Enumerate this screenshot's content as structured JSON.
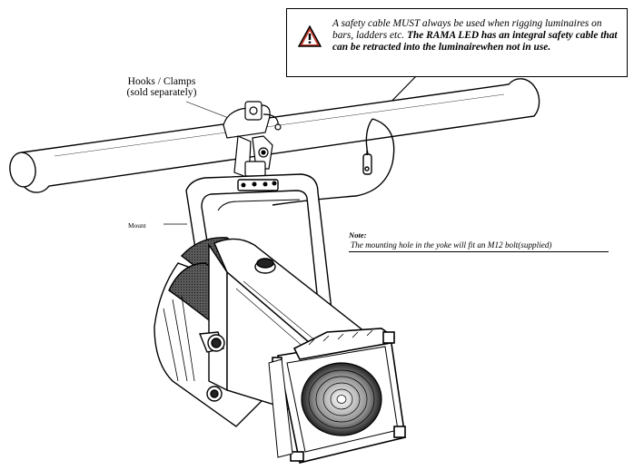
{
  "warning": {
    "text_prefix": "A safety cable MUST always be used when rigging  luminaires on bars, ladders etc. ",
    "text_bold": "The RAMA LED has an integral safety cable that can be retracted into the luminairewhen not in use.",
    "icon": "warning-triangle-icon"
  },
  "labels": {
    "hooks_line1": "Hooks / Clamps",
    "hooks_line2": "(sold separately)",
    "mount": "Mount"
  },
  "note": {
    "title": "Note:",
    "text": "The mounting hole in the yoke will fit an M12 bolt(supplied)"
  },
  "colors": {
    "line": "#000000",
    "warning_icon_fill": "#c0392b",
    "lens_shade": "#333333",
    "body_dark": "#1a1a1a"
  }
}
